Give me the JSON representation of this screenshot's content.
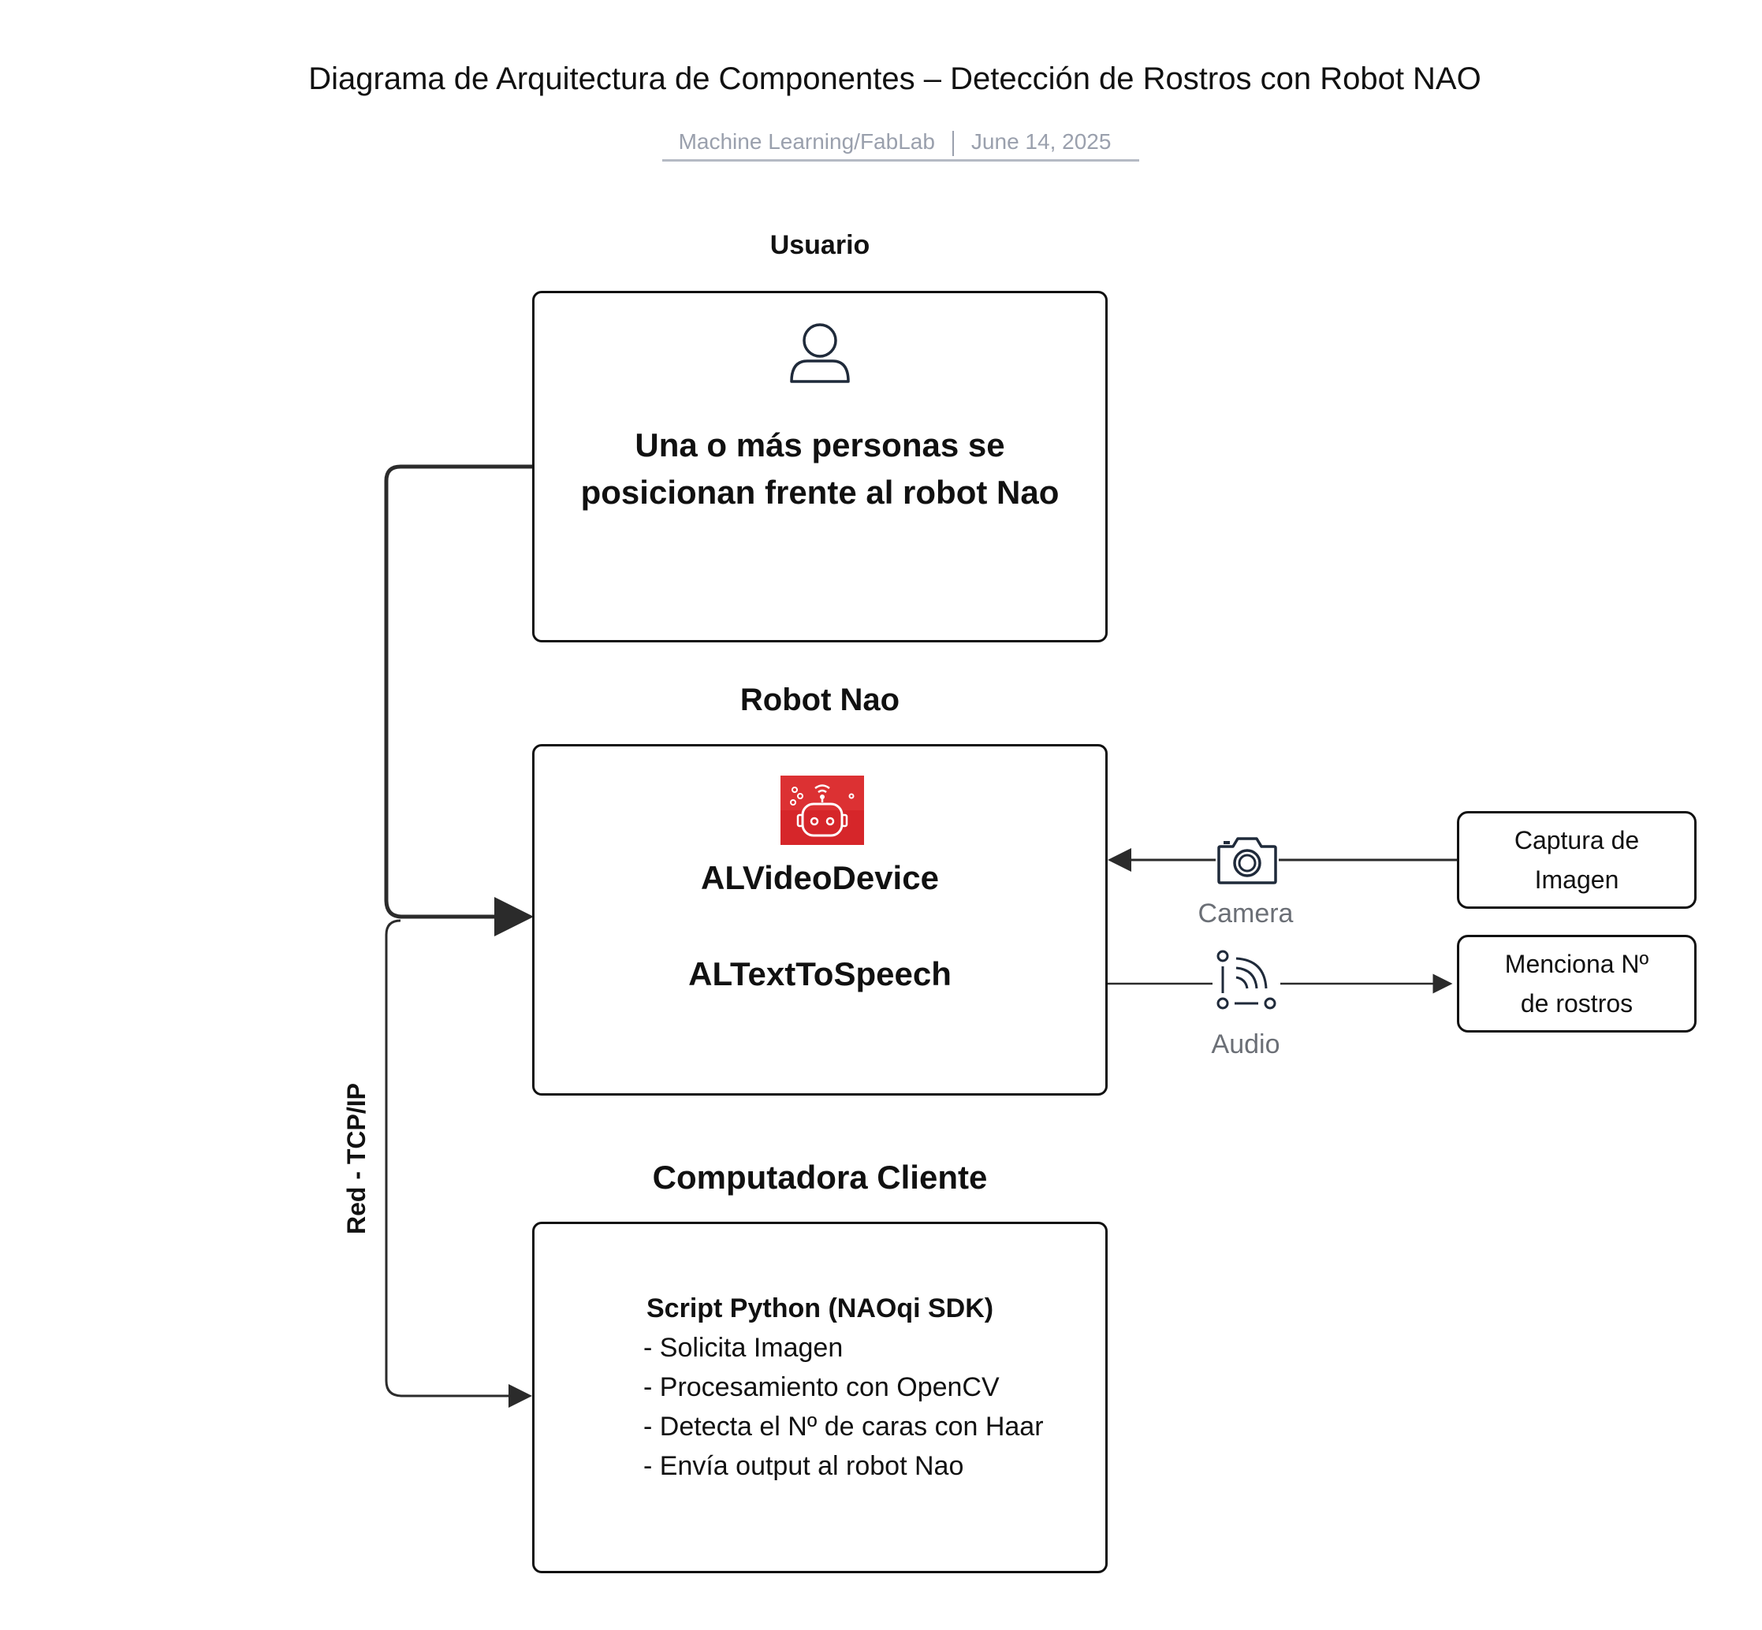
{
  "header": {
    "title": "Diagrama de Arquitectura de Componentes – Detección de Rostros con Robot NAO",
    "source": "Machine Learning/FabLab",
    "date": "June 14, 2025"
  },
  "usuario": {
    "label": "Usuario",
    "text_line1": "Una o más personas se",
    "text_line2": "posicionan frente al robot Nao",
    "icon": "user-icon"
  },
  "robot": {
    "label": "Robot Nao",
    "module1": "ALVideoDevice",
    "module2": "ALTextToSpeech",
    "icon": "robot-icon",
    "icon_color": "#d6262a"
  },
  "cliente": {
    "label": "Computadora Cliente",
    "script_title": "Script Python (NAOqi SDK)",
    "items": [
      "- Solicita Imagen",
      "- Procesamiento con OpenCV",
      "- Detecta el Nº de caras con Haar",
      "- Envía output al robot Nao"
    ]
  },
  "network": {
    "label": "Red - TCP/IP"
  },
  "camera_flow": {
    "icon": "camera-icon",
    "label": "Camera",
    "box_line1": "Captura de",
    "box_line2": "Imagen"
  },
  "audio_flow": {
    "icon": "audio-icon",
    "label": "Audio",
    "box_line1": "Menciona Nº",
    "box_line2": "de rostros"
  }
}
